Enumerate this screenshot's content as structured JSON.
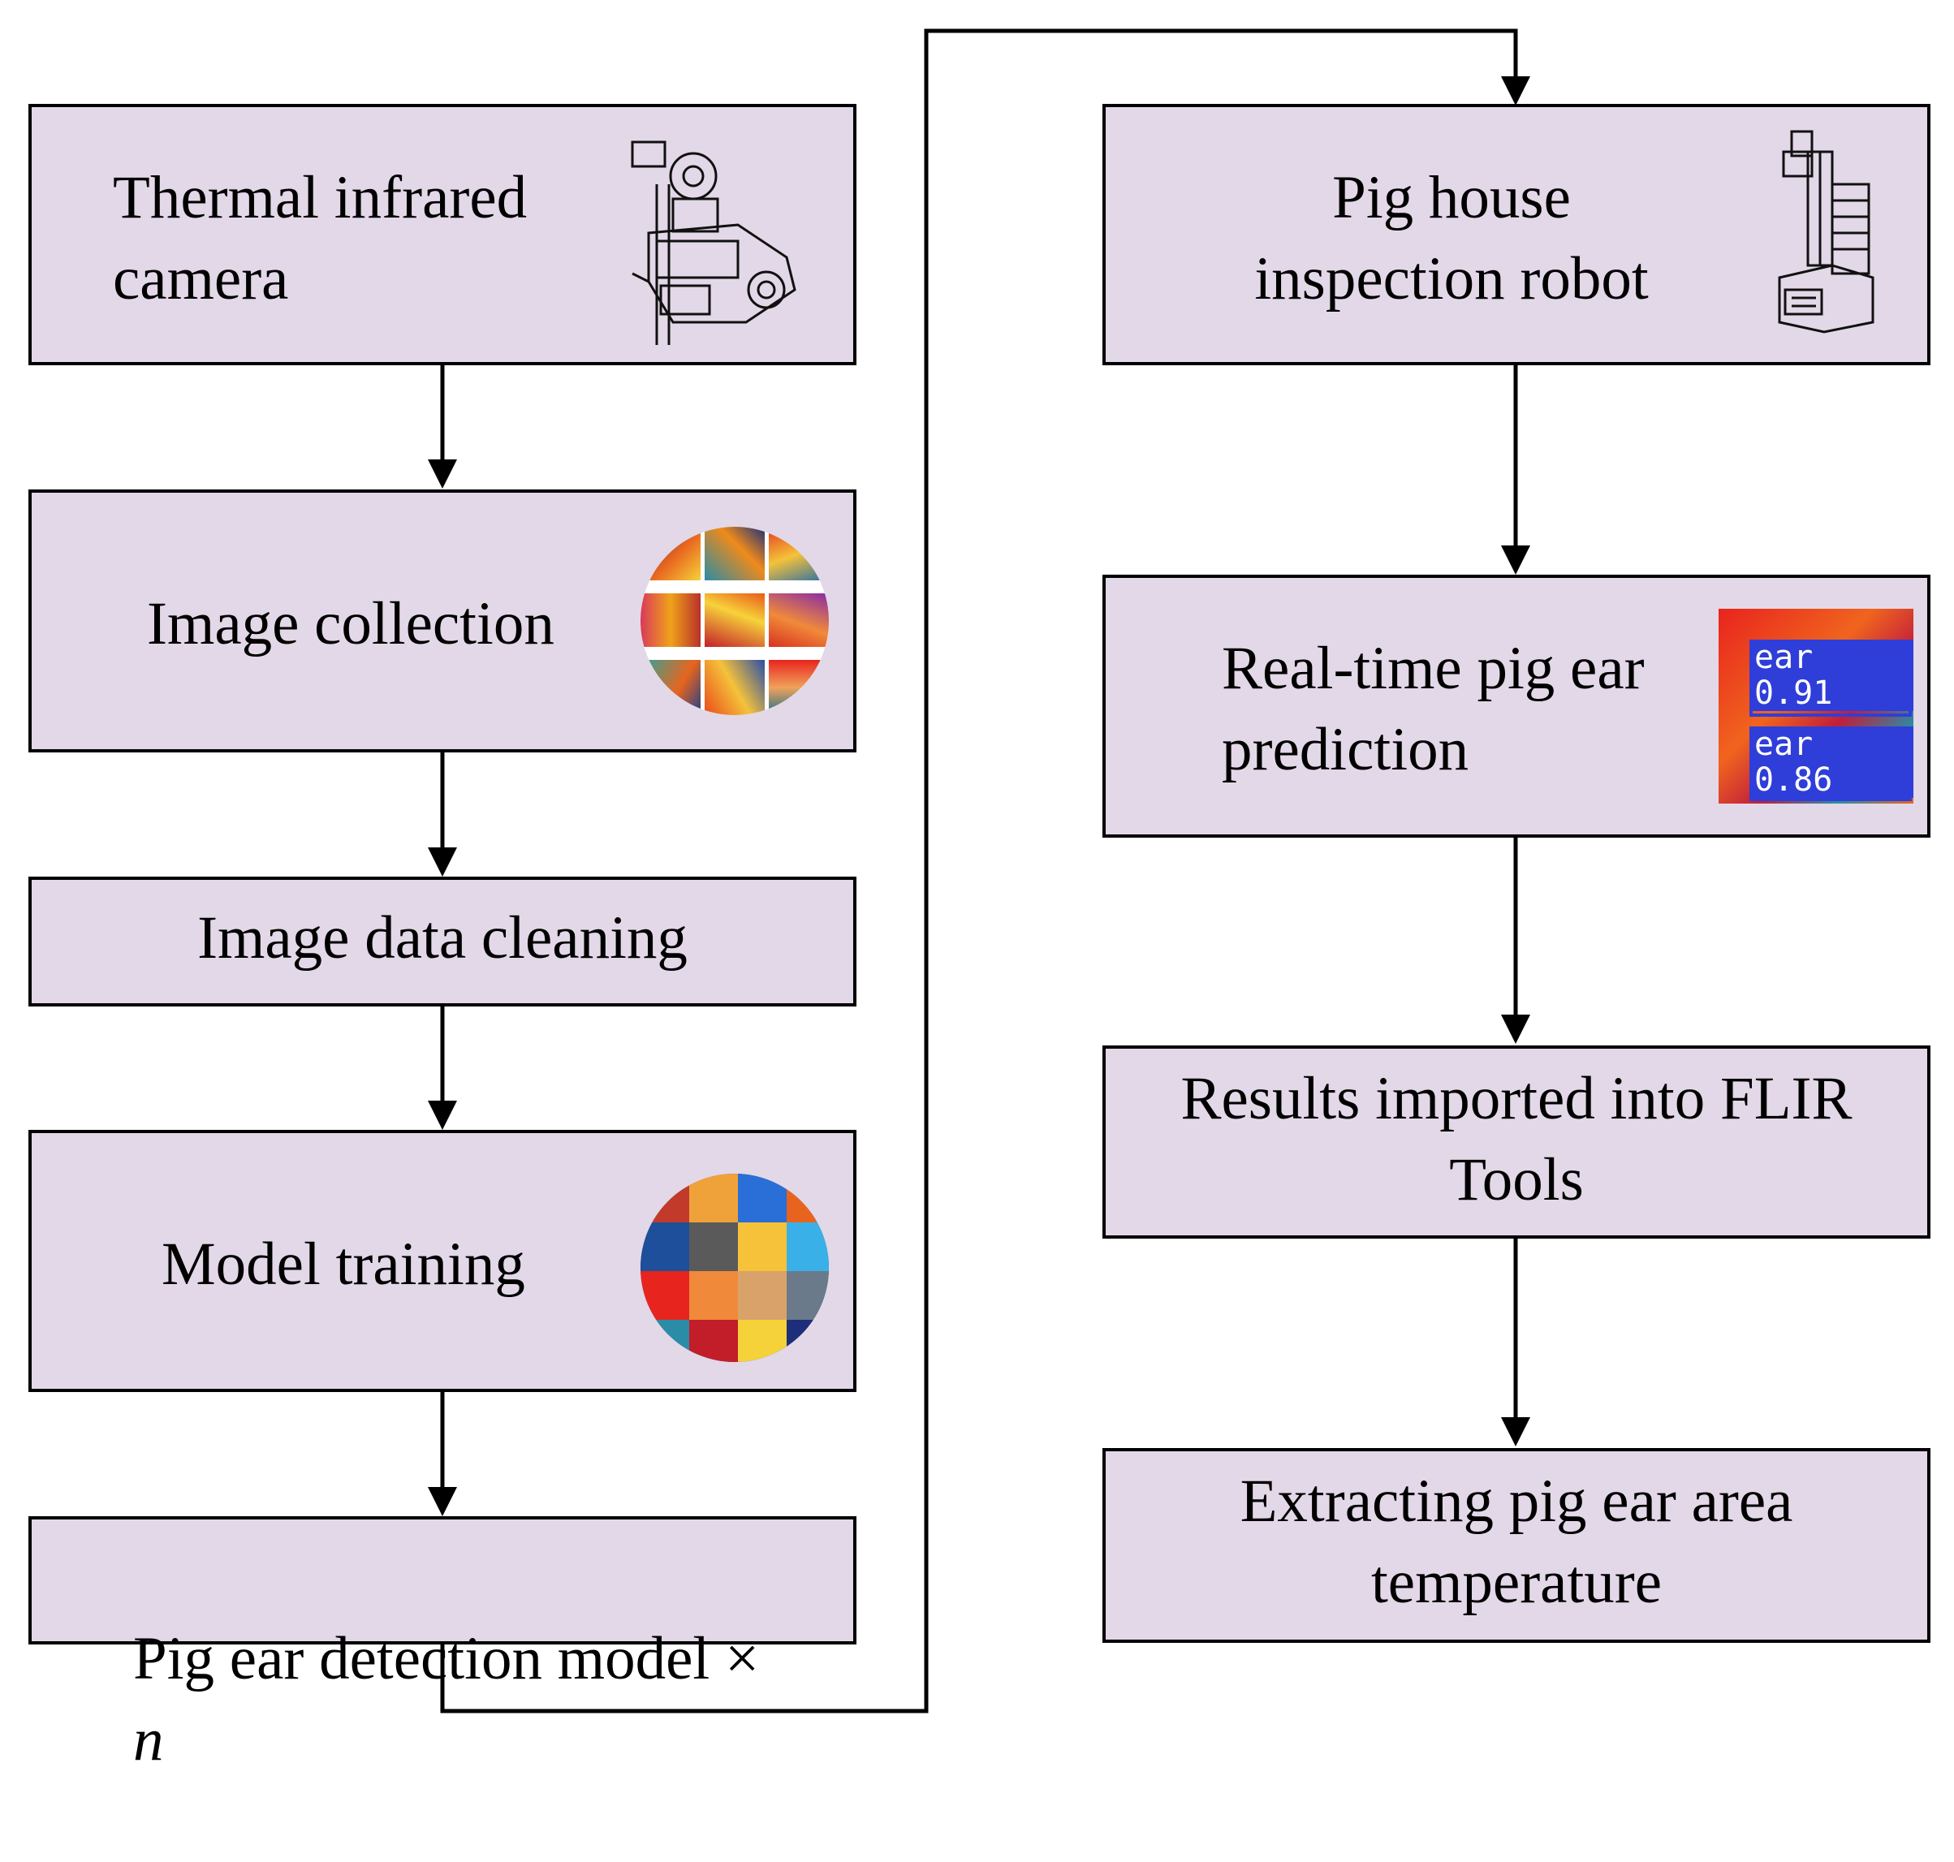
{
  "left_column": {
    "thermal_camera": {
      "line1": "Thermal infrared",
      "line2": "camera",
      "icon": "camera-robot-head-icon"
    },
    "image_collection": {
      "label": "Image collection",
      "icon": "thermal-image-grid-icon"
    },
    "image_cleaning": {
      "label": "Image data cleaning"
    },
    "model_training": {
      "label": "Model training",
      "icon": "training-mosaic-icon"
    },
    "detection_model": {
      "label": "Pig ear detection model ×",
      "var": "n"
    }
  },
  "right_column": {
    "robot": {
      "line1": "Pig house",
      "line2": "inspection robot",
      "icon": "inspection-robot-icon"
    },
    "prediction": {
      "line1": "Real-time pig ear",
      "line2": "prediction",
      "det1": "ear 0.91",
      "det2": "ear 0.86"
    },
    "flir": {
      "line1": "Results imported into FLIR",
      "line2": "Tools"
    },
    "extract": {
      "line1": "Extracting pig ear area",
      "line2": "temperature"
    }
  },
  "colors": {
    "box_fill": "#e2d8e7",
    "stroke": "#000000",
    "det_box": "#2f3ed8"
  }
}
